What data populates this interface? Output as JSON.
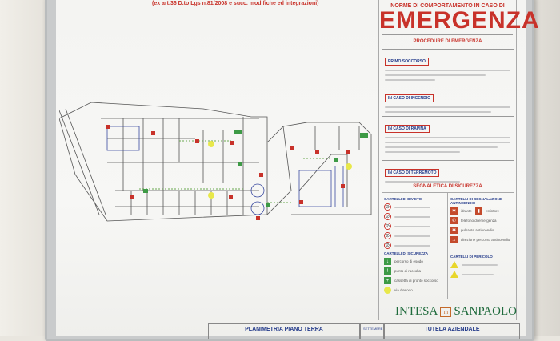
{
  "header": {
    "subtitle": "(ex art.36 D.to Lgs n.81/2008 e succ. modifiche ed integrazioni)"
  },
  "panel": {
    "kicker": "NORME DI COMPORTAMENTO IN CASO DI",
    "title": "EMERGENZA",
    "procedures_title": "PROCEDURE DI EMERGENZA",
    "sections": [
      "PRIMO SOCCORSO",
      "IN CASO DI INCENDIO",
      "IN CASO DI RAPINA",
      "IN CASO DI TERREMOTO"
    ],
    "signage_title": "SEGNALETICA DI SICUREZZA",
    "prohibition": {
      "title": "CARTELLI DI DIVIETO"
    },
    "safety": {
      "title": "CARTELLI DI SICUREZZA",
      "items": [
        "percorso di esodo",
        "punto di raccolta",
        "cassetta di pronto soccorso",
        "via d'esodo"
      ]
    },
    "fire": {
      "title": "CARTELLI DI SEGNALAZIONE ANTINCENDIO",
      "items": [
        "idrante",
        "estintore",
        "telefono di emergenza",
        "pulsante antincendio",
        "direzione percorso antincendio"
      ]
    },
    "danger": {
      "title": "CARTELLI DI PERICOLO"
    }
  },
  "logo": {
    "left": "INTESA",
    "right": "SANPAOLO"
  },
  "footer": {
    "plan_title": "PLANIMETRIA PIANO TERRA",
    "date": "SETTEMBRE",
    "dept": "TUTELA AZIENDALE"
  },
  "colors": {
    "red": "#c8322a",
    "blue": "#233a8a",
    "green": "#3d9a45"
  }
}
